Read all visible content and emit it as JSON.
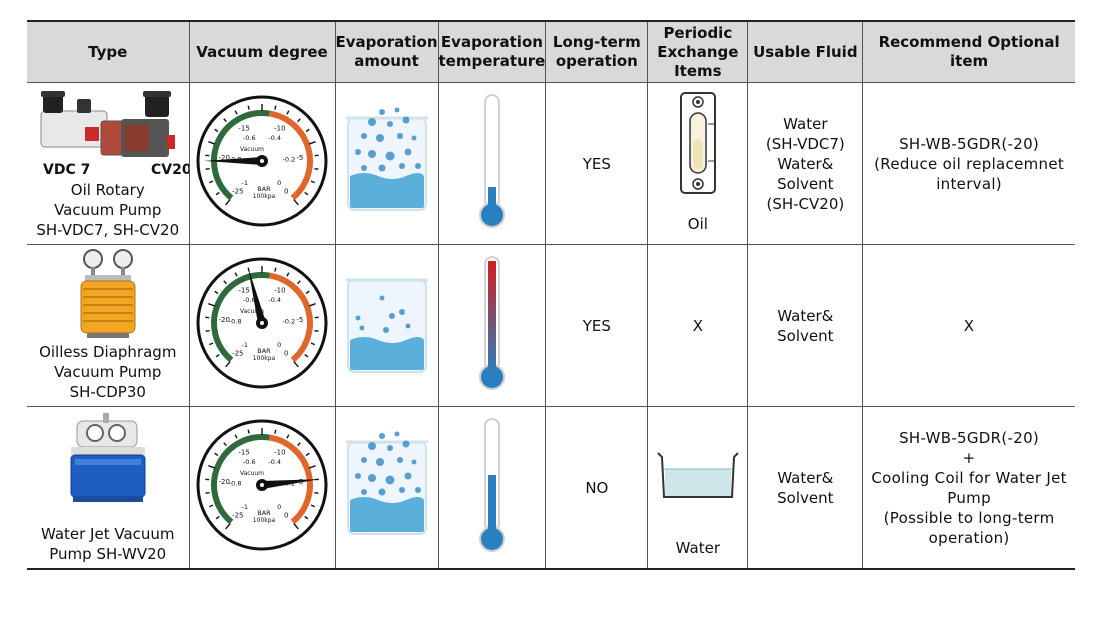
{
  "headers": {
    "type": "Type",
    "vacuum": "Vacuum degree",
    "amount": [
      "Evaporation",
      "amount"
    ],
    "temperature": [
      "Evaporation",
      "temperature"
    ],
    "longterm": [
      "Long-term",
      "operation"
    ],
    "periodic": [
      "Periodic",
      "Exchange",
      "Items"
    ],
    "fluid": "Usable Fluid",
    "optional": "Recommend Optional item"
  },
  "rows": [
    {
      "type_lines": [
        "Oil Rotary",
        "Vacuum Pump",
        "SH-VDC7, SH-CV20"
      ],
      "image_labels": [
        "VDC 7",
        "CV20"
      ],
      "longterm": "YES",
      "periodic_label": "Oil",
      "fluid_lines": [
        "Water",
        "(SH-VDC7)",
        "Water&",
        "Solvent",
        "(SH-CV20)"
      ],
      "optional_lines": [
        "SH-WB-5GDR(-20)",
        "(Reduce oil replacemnet",
        "interval)"
      ]
    },
    {
      "type_lines": [
        "Oilless Diaphragm",
        "Vacuum Pump",
        "SH-CDP30"
      ],
      "longterm": "YES",
      "periodic_label": "X",
      "fluid_lines": [
        "Water&",
        "Solvent"
      ],
      "optional_lines": [
        "X"
      ]
    },
    {
      "type_lines": [
        "Water Jet Vacuum",
        "Pump SH-WV20"
      ],
      "longterm": "NO",
      "periodic_label": "Water",
      "fluid_lines": [
        "Water&",
        "Solvent"
      ],
      "optional_lines": [
        "SH-WB-5GDR(-20)",
        "+",
        "Cooling Coil for Water Jet",
        "Pump",
        "(Possible to long-term",
        "operation)"
      ]
    }
  ],
  "gauge": {
    "scale_labels": [
      "-20",
      "-15",
      "-10",
      "-5",
      "-0.8",
      "-0.6",
      "-0.4",
      "-0.2",
      "0",
      "-1",
      "-25"
    ],
    "caption_lines": [
      "Vacuum",
      "BAR",
      "100kpa"
    ],
    "needle_levels": [
      0.82,
      0.55,
      0.2
    ]
  },
  "colors": {
    "header_bg": "#d9d9d9",
    "water": "#5ab0da",
    "bubble": "#3b8fc7",
    "gauge_green": "#2f6a3f",
    "gauge_orange": "#e0662b",
    "thermo_blue": "#2a7fbf",
    "thermo_red": "#d11f1f"
  },
  "icons": [
    "pump-icon",
    "vacuum-gauge-icon",
    "beaker-icon",
    "thermometer-icon",
    "oil-sight-glass-icon",
    "water-tank-icon"
  ]
}
